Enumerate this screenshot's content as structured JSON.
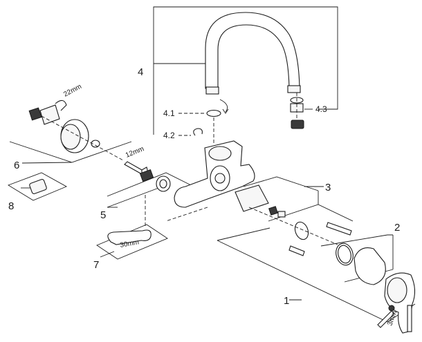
{
  "callouts": {
    "c1": "1",
    "c2": "2",
    "c3": "3",
    "c4": "4",
    "c4_1": "4.1",
    "c4_2": "4.2",
    "c4_3": "4.3",
    "c5": "5",
    "c6": "6",
    "c7": "7",
    "c8": "8"
  },
  "tool_sizes": {
    "t22": "22mm",
    "t12": "12mm",
    "t30": "30mm",
    "t3": "3mm"
  }
}
